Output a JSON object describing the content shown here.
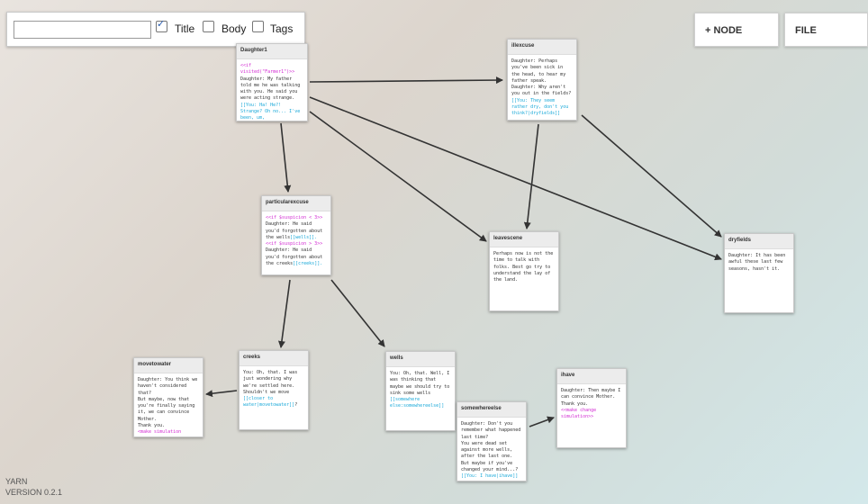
{
  "search": {
    "value": "",
    "placeholder": ""
  },
  "filters": [
    {
      "label": "Title",
      "checked": true
    },
    {
      "label": "Body",
      "checked": false
    },
    {
      "label": "Tags",
      "checked": false
    }
  ],
  "toolbar": {
    "add_node_label": "+ NODE",
    "file_label": "FILE"
  },
  "app": {
    "name": "YARN",
    "version": "VERSION 0.2.1"
  },
  "colors": {
    "command": "#d22ad2",
    "link": "#18a8d8"
  },
  "nodes": [
    {
      "id": "Daughter1",
      "title": "Daughter1",
      "body": [
        [
          {
            "t": "<<if visited(\"Farmer1\")>>",
            "c": "cmd"
          }
        ],
        [
          {
            "t": "Daughter: My father told me he was talking with you. He said you were acting strange.",
            "c": ""
          }
        ],
        [
          {
            "t": "[[You: Ha! He?! Strange? Oh no... I've been, um,",
            "c": "lnk"
          }
        ]
      ]
    },
    {
      "id": "illexcuse",
      "title": "illexcuse",
      "body": [
        [
          {
            "t": "Daughter: Perhaps you've been sick in the head, to hear my father speak.",
            "c": ""
          }
        ],
        [
          {
            "t": "Daughter: Why aren't you out in the fields?",
            "c": ""
          }
        ],
        [
          {
            "t": "[[You: They seem rather dry, don't you think?",
            "c": "lnk"
          },
          {
            "t": "|dryfields]]",
            "c": "lnk"
          }
        ]
      ]
    },
    {
      "id": "particularexcuse",
      "title": "particularexcuse",
      "body": [
        [
          {
            "t": "<<if $suspicion < 3>>",
            "c": "cmd"
          }
        ],
        [
          {
            "t": "Daughter: He said you'd forgotten about the wells",
            "c": ""
          },
          {
            "t": "[[wells]].",
            "c": "lnk"
          }
        ],
        [
          {
            "t": "<<if $suspicion > 3>>",
            "c": "cmd"
          }
        ],
        [
          {
            "t": "Daughter: He said you'd forgotten about the creeks",
            "c": ""
          },
          {
            "t": "[[creeks]].",
            "c": "lnk"
          }
        ]
      ]
    },
    {
      "id": "leavescene",
      "title": "leavescene",
      "body": [
        [
          {
            "t": "Perhaps now is not the time to talk with folks. Best go try to understand the lay of the land.",
            "c": ""
          }
        ]
      ]
    },
    {
      "id": "dryfields",
      "title": "dryfields",
      "body": [
        [
          {
            "t": "Daughter: It has been awful these last few seasons, hasn't it.",
            "c": ""
          }
        ]
      ]
    },
    {
      "id": "movetowater",
      "title": "movetowater",
      "body": [
        [
          {
            "t": "Daughter: You think we haven't considered that?",
            "c": ""
          }
        ],
        [
          {
            "t": "But maybe, now that you're finally saying it, we can convince Mother.",
            "c": ""
          }
        ],
        [
          {
            "t": "Thank you.",
            "c": ""
          }
        ],
        [
          {
            "t": "<make simulation",
            "c": "cmd"
          }
        ]
      ]
    },
    {
      "id": "creeks",
      "title": "creeks",
      "body": [
        [
          {
            "t": "You: Oh, that. I was just wondering why we're settled here. Shouldn't we move ",
            "c": ""
          },
          {
            "t": "[[closer to water|movetowater]]",
            "c": "lnk"
          },
          {
            "t": "?",
            "c": ""
          }
        ]
      ]
    },
    {
      "id": "wells",
      "title": "wells",
      "body": [
        [
          {
            "t": "You: Oh, that. Well, I was thinking that maybe we should try to sink some wells ",
            "c": ""
          },
          {
            "t": "[[somewhere else:somewhereelse]]",
            "c": "lnk"
          }
        ]
      ]
    },
    {
      "id": "somewhereelse",
      "title": "somewhereelse",
      "body": [
        [
          {
            "t": "Daughter: Don't you remember what happened last time?",
            "c": ""
          }
        ],
        [
          {
            "t": "You were dead set against more wells, after the last one.",
            "c": ""
          }
        ],
        [
          {
            "t": "But maybe if you've changed your mind...?",
            "c": ""
          }
        ],
        [
          {
            "t": "[[You: I have|ihave]]",
            "c": "lnk"
          }
        ]
      ]
    },
    {
      "id": "ihave",
      "title": "ihave",
      "body": [
        [
          {
            "t": "Daughter: Then maybe I can convince Mother. Thank you.",
            "c": ""
          }
        ],
        [
          {
            "t": "<<make change simulation>>",
            "c": "cmd"
          }
        ]
      ]
    }
  ]
}
